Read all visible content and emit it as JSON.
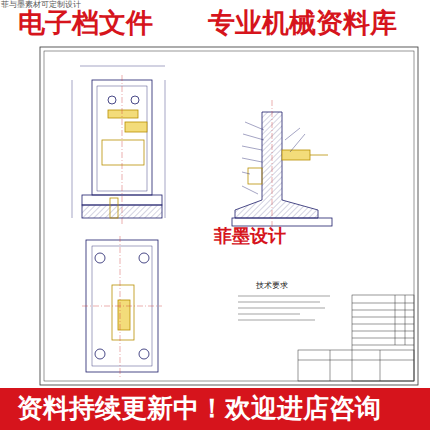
{
  "diagram": {
    "labels": [
      "菲与墨素材可定制设计",
      "电子档文件",
      "专业机械资料库",
      "菲墨设计",
      "技术要求",
      "资料持续更新中！欢迎进店咨询"
    ]
  }
}
